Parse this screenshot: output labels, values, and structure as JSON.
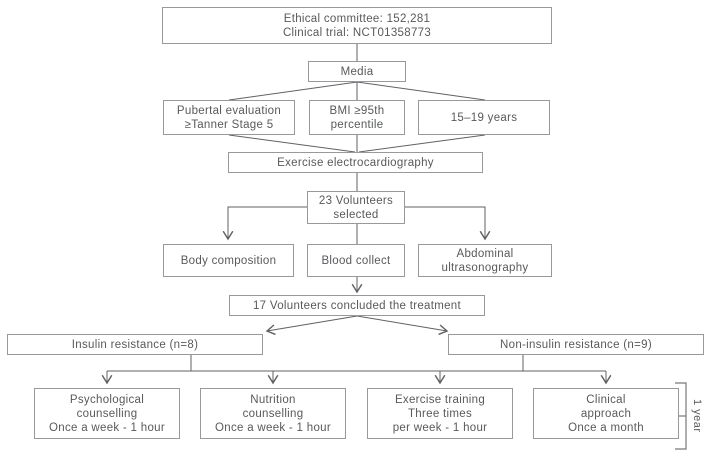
{
  "colors": {
    "box_border": "#97999c",
    "line": "#5f6163",
    "text": "#58595b",
    "bracket": "#77797c",
    "background": "#ffffff"
  },
  "nodes": {
    "ethics": {
      "lines": [
        "Ethical committee: 152,281",
        "Clinical trial: NCT01358773"
      ]
    },
    "media": {
      "label": "Media"
    },
    "pubertal": {
      "lines": [
        "Pubertal evaluation",
        "≥Tanner Stage 5"
      ]
    },
    "bmi": {
      "lines": [
        "BMI ≥95th",
        "percentile"
      ]
    },
    "age": {
      "label": "15–19 years"
    },
    "ecg": {
      "label": "Exercise electrocardiography"
    },
    "selected": {
      "lines": [
        "23 Volunteers",
        "selected"
      ]
    },
    "body_composition": {
      "label": "Body composition"
    },
    "blood_collect": {
      "label": "Blood collect"
    },
    "abdominal": {
      "lines": [
        "Abdominal",
        "ultrasonography"
      ]
    },
    "concluded": {
      "label": "17 Volunteers concluded the treatment"
    },
    "insulin": {
      "label": "Insulin resistance (n=8)"
    },
    "noninsulin": {
      "label": "Non-insulin resistance (n=9)"
    },
    "psychological": {
      "lines": [
        "Psychological",
        "counselling",
        "Once a week - 1 hour"
      ]
    },
    "nutrition": {
      "lines": [
        "Nutrition",
        "counselling",
        "Once a week - 1 hour"
      ]
    },
    "exercise": {
      "lines": [
        "Exercise training",
        "Three times",
        "per week - 1 hour"
      ]
    },
    "clinical": {
      "lines": [
        "Clinical",
        "approach",
        "Once a month"
      ]
    },
    "duration": {
      "label": "1 year"
    }
  }
}
